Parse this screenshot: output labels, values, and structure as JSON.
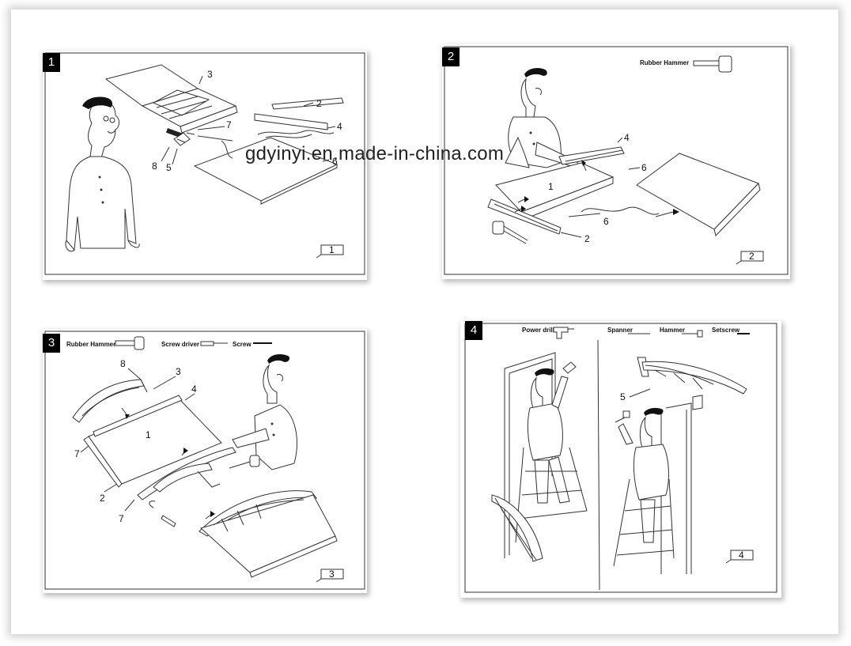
{
  "watermark": "gdyinyi.en.made-in-china.com",
  "panels": [
    {
      "step": "1",
      "page": "1",
      "labels": [
        "3",
        "2",
        "7",
        "4",
        "8",
        "5",
        "6"
      ]
    },
    {
      "step": "2",
      "page": "2",
      "tools": [
        "Rubber Hammer"
      ],
      "labels": [
        "4",
        "6",
        "1",
        "6",
        "2"
      ]
    },
    {
      "step": "3",
      "page": "3",
      "tools": [
        "Rubber Hammer",
        "Screw driver",
        "Screw"
      ],
      "labels": [
        "8",
        "3",
        "4",
        "1",
        "7",
        "2",
        "7"
      ]
    },
    {
      "step": "4",
      "page": "4",
      "tools": [
        "Power drill",
        "Spanner",
        "Hammer",
        "Setscrew"
      ],
      "labels": [
        "5"
      ]
    }
  ]
}
